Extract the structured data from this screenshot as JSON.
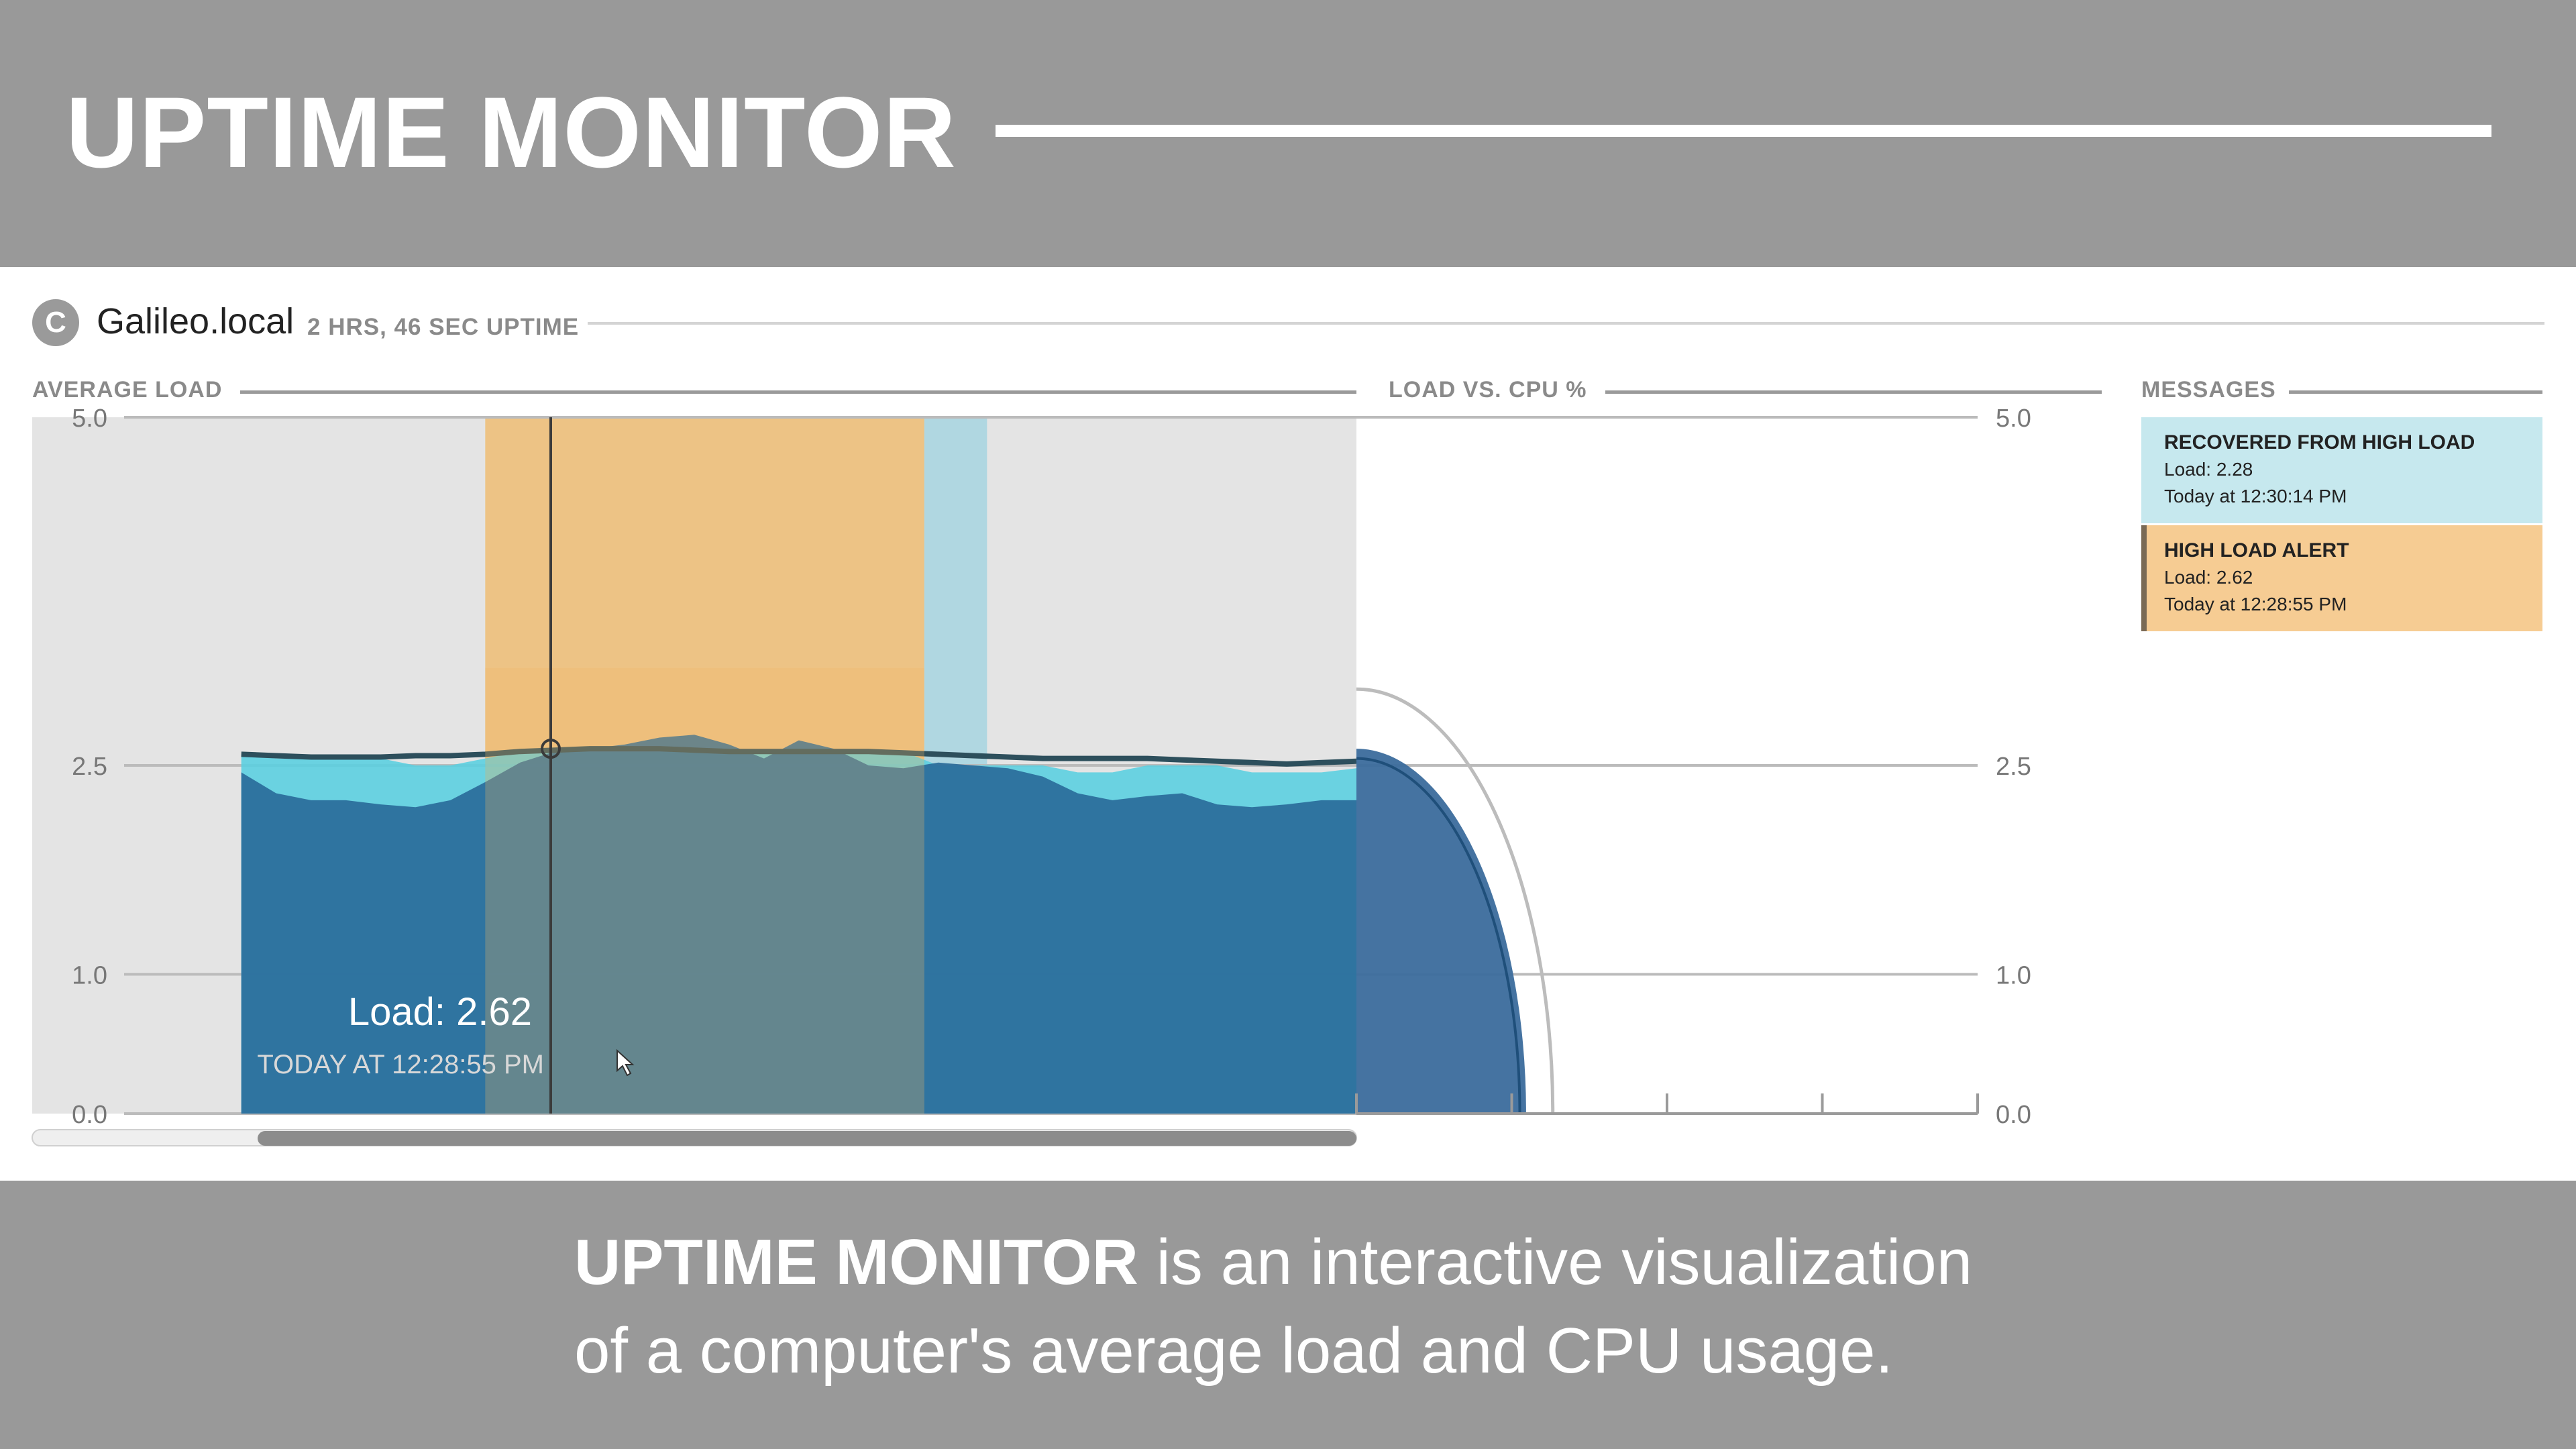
{
  "header": {
    "title": "UPTIME MONITOR"
  },
  "host": {
    "name": "Galileo.local",
    "uptime": "2 HRS, 46 SEC UPTIME",
    "refresh_icon": "refresh-icon",
    "refresh_glyph": "C"
  },
  "sections": {
    "average_load": "AVERAGE LOAD",
    "load_vs_cpu": "LOAD VS. CPU %",
    "messages": "MESSAGES"
  },
  "tooltip": {
    "label": "Load: 2.62",
    "time": "TODAY AT 12:28:55 PM"
  },
  "messages": [
    {
      "title": "RECOVERED FROM HIGH LOAD",
      "load": "Load: 2.28",
      "time": "Today at 12:30:14 PM",
      "color": "#c6e8ee",
      "accent": "#c6e8ee"
    },
    {
      "title": "HIGH LOAD ALERT",
      "load": "Load: 2.62",
      "time": "Today at 12:28:55 PM",
      "color": "#f6cc93",
      "accent": "#7a6a55"
    }
  ],
  "blurb": {
    "bold": "UPTIME MONITOR",
    "line1_rest": " is an interactive visualization",
    "line2": "of a computer's average load and CPU usage."
  },
  "colors": {
    "load_fill": "#2a6b9a",
    "cpu_fill": "#5ccfe0",
    "avg_line": "#2d4f5c",
    "alert_band": "#f0b866",
    "recover_band": "#a7d5e0",
    "plot_bg": "#e4e4e4",
    "gridline": "#bbbbbb"
  },
  "chart_data": {
    "type": "area",
    "title": "AVERAGE LOAD",
    "y_ticks": [
      "5.0",
      "2.5",
      "1.0",
      "0.0"
    ],
    "y_tick_values": [
      5.0,
      2.5,
      1.0,
      0.0
    ],
    "ylim": [
      0,
      5.0
    ],
    "series": [
      {
        "name": "Load",
        "x": [
          0,
          5,
          10,
          15,
          20,
          25,
          30,
          35,
          40,
          45,
          50,
          55,
          60,
          65,
          70,
          75,
          80,
          85,
          90,
          95,
          100,
          105,
          110,
          115,
          120,
          125,
          130,
          135,
          140,
          145,
          150,
          155,
          160
        ],
        "values": [
          2.45,
          2.3,
          2.25,
          2.25,
          2.22,
          2.2,
          2.25,
          2.38,
          2.52,
          2.6,
          2.62,
          2.65,
          2.7,
          2.72,
          2.65,
          2.55,
          2.68,
          2.62,
          2.5,
          2.48,
          2.52,
          2.5,
          2.48,
          2.42,
          2.3,
          2.25,
          2.28,
          2.3,
          2.22,
          2.2,
          2.22,
          2.25,
          2.25
        ]
      },
      {
        "name": "CPU",
        "x": [
          0,
          5,
          10,
          15,
          20,
          25,
          30,
          35,
          40,
          45,
          50,
          55,
          60,
          65,
          70,
          75,
          80,
          85,
          90,
          95,
          100,
          105,
          110,
          115,
          120,
          125,
          130,
          135,
          140,
          145,
          150,
          155,
          160
        ],
        "values": [
          2.58,
          2.55,
          2.55,
          2.55,
          2.55,
          2.5,
          2.5,
          2.55,
          2.6,
          2.6,
          2.6,
          2.6,
          2.6,
          2.6,
          2.6,
          2.6,
          2.6,
          2.6,
          2.6,
          2.6,
          2.5,
          2.5,
          2.5,
          2.5,
          2.45,
          2.45,
          2.5,
          2.5,
          2.5,
          2.45,
          2.45,
          2.45,
          2.48
        ]
      },
      {
        "name": "Average",
        "x": [
          0,
          5,
          10,
          15,
          20,
          25,
          30,
          35,
          40,
          45,
          50,
          55,
          60,
          65,
          70,
          75,
          80,
          85,
          90,
          95,
          100,
          105,
          110,
          115,
          120,
          125,
          130,
          135,
          140,
          145,
          150,
          155,
          160
        ],
        "values": [
          2.58,
          2.57,
          2.56,
          2.56,
          2.56,
          2.57,
          2.57,
          2.58,
          2.6,
          2.61,
          2.62,
          2.62,
          2.62,
          2.61,
          2.6,
          2.6,
          2.6,
          2.6,
          2.6,
          2.59,
          2.58,
          2.57,
          2.56,
          2.55,
          2.55,
          2.55,
          2.55,
          2.54,
          2.53,
          2.52,
          2.51,
          2.52,
          2.53
        ]
      }
    ],
    "x_range": [
      -30,
      160
    ],
    "visible_x_range": [
      -30,
      160
    ],
    "alert_band": [
      35,
      98
    ],
    "recover_band": [
      98,
      107
    ],
    "cursor_x": 44.4,
    "cursor_value": 2.62,
    "load_vs_cpu": {
      "type": "radial",
      "y_ticks": [
        "5.0",
        "2.5",
        "1.0",
        "0.0"
      ],
      "load": 2.62,
      "load_secondary": 2.55,
      "outer_ring": 3.0,
      "x_tick_count": 4
    }
  }
}
